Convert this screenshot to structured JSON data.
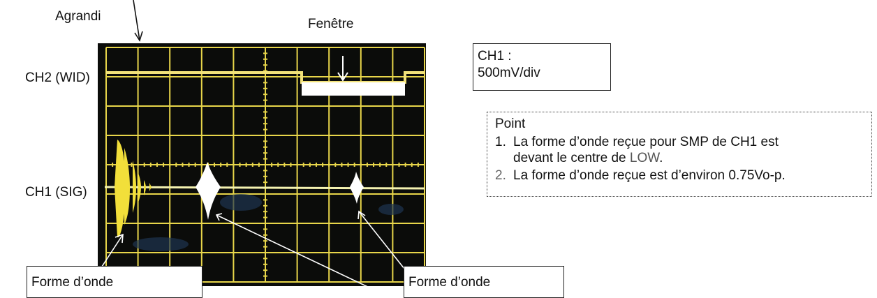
{
  "labels": {
    "agrandi": "Agrandi",
    "fenetre": "Fenêtre",
    "ch2": "CH2 (WID)",
    "ch1": "CH1 (SIG)",
    "forme_left": "Forme d’onde",
    "forme_right": "Forme d’onde"
  },
  "ch1_box": {
    "line1": "CH1 :",
    "line2": "500mV/div"
  },
  "notes": {
    "title": "Point",
    "items": [
      {
        "num": "1.",
        "text_a": "La forme d’onde reçue pour SMP de CH1 est",
        "text_b": "devant le centre de",
        "text_c": "LOW",
        "text_d": "."
      },
      {
        "num": "2.",
        "text": "La forme d’onde reçue est d’environ 0.75Vo-p."
      }
    ]
  },
  "colors": {
    "scope_bg": "#0b0c0a",
    "grid": "#e8d64a",
    "trace": "#f4f2b0",
    "ch2_trace": "#f2e27a",
    "window_fill": "#ffffff",
    "burst": "#f2df3a"
  }
}
